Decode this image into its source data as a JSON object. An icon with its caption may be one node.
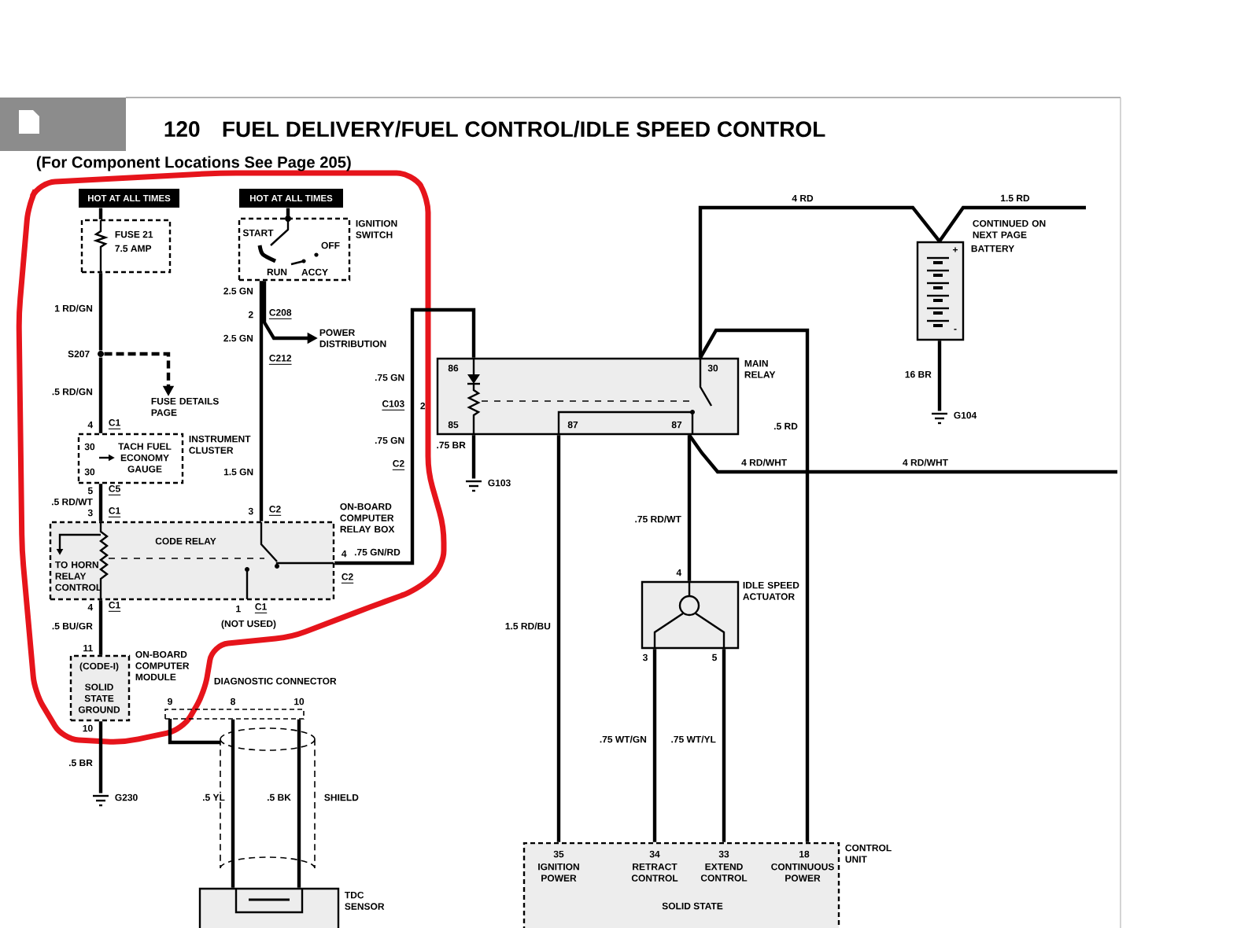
{
  "diagram": {
    "title": "FUEL DELIVERY/FUEL CONTROL/IDLE SPEED CONTROL",
    "nodes": [
      {
        "text": [
          "HOT AT ALL TIMES"
        ]
      },
      {
        "text": [
          "FUSE 21",
          "7.5 AMP"
        ]
      },
      {
        "text": [
          "HOT AT ALL TIMES"
        ]
      },
      {
        "text": [
          "START",
          "IGNITION SWITCH",
          "OFF",
          "RUN",
          "ACCY"
        ]
      },
      {
        "text": [
          "S207"
        ]
      },
      {
        "text": [
          "FUSE DETAILS PAGE"
        ]
      },
      {
        "text": [
          "POWER DISTRIBUTION"
        ]
      },
      {
        "text": [
          "30",
          "TACH FUEL ECONOMY GAUGE",
          "INSTRUMENT CLUSTER",
          "30"
        ]
      },
      {
        "text": [
          "ON-BOARD COMPUTER RELAY BOX",
          "CODE RELAY",
          "TO HORN RELAY CONTROL"
        ]
      },
      {
        "text": [
          "(CODE-I)",
          "ON-BOARD COMPUTER MODULE",
          "SOLID STATE GROUND"
        ]
      },
      {
        "text": [
          "G230"
        ]
      },
      {
        "text": [
          "DIAGNOSTIC CONNECTOR"
        ]
      },
      {
        "text": [
          "TDC SENSOR"
        ]
      },
      {
        "text": [
          "86",
          "30",
          "MAIN RELAY",
          "85",
          "87",
          "87"
        ]
      },
      {
        "text": [
          "G103"
        ]
      },
      {
        "text": [
          "+",
          "BATTERY",
          "-"
        ]
      },
      {
        "text": [
          "G104"
        ]
      },
      {
        "text": [
          "IDLE SPEED ACTUATOR"
        ]
      },
      {
        "text": [
          "35",
          "34",
          "33",
          "18",
          "CONTROL UNIT",
          "IGNITION POWER",
          "RETRACT CONTROL",
          "EXTEND CONTROL",
          "CONTINUOUS POWER",
          "SOLID STATE"
        ]
      }
    ],
    "edges": [
      {
        "from": 0,
        "to": 1,
        "arrow": "none"
      },
      {
        "from": 1,
        "to": 4,
        "arrow": "none",
        "label": "1 RD/GN"
      },
      {
        "from": 4,
        "to": 7,
        "arrow": "none",
        "label": ".5 RD/GN"
      },
      {
        "from": 4,
        "to": 5,
        "arrow": "to",
        "style": "dashed"
      },
      {
        "from": 2,
        "to": 3,
        "arrow": "none"
      },
      {
        "from": 3,
        "to": 8,
        "arrow": "none",
        "label": "2.5 GN"
      },
      {
        "from": 3,
        "to": 6,
        "arrow": "to",
        "label": "2.5 GN"
      },
      {
        "from": 7,
        "to": 8,
        "arrow": "none",
        "label": ".5 RD/WT"
      },
      {
        "from": 8,
        "to": 9,
        "arrow": "none",
        "label": ".5 BU/GR"
      },
      {
        "from": 9,
        "to": 10,
        "arrow": "none",
        "label": ".5 BR"
      },
      {
        "from": 8,
        "to": 13,
        "arrow": "none",
        "label": ".75 GN/RD"
      },
      {
        "from": 13,
        "to": 14,
        "arrow": "none",
        "label": ".75 BR"
      },
      {
        "from": 15,
        "to": 13,
        "arrow": "none",
        "label": "4 RD"
      },
      {
        "from": 15,
        "to": null,
        "arrow": "none",
        "label": "1.5 RD"
      },
      {
        "from": 15,
        "to": 16,
        "arrow": "none",
        "label": "16 BR"
      },
      {
        "from": 13,
        "to": 18,
        "arrow": "none",
        "label": "1.5 RD/BU"
      },
      {
        "from": 13,
        "to": 17,
        "arrow": "none",
        "label": ".75 RD/WT"
      },
      {
        "from": 13,
        "to": null,
        "arrow": "none",
        "label": "4 RD/WHT"
      },
      {
        "from": 13,
        "to": 18,
        "arrow": "none",
        "label": ".5 RD"
      },
      {
        "from": 17,
        "to": 18,
        "arrow": "none",
        "label": ".75 WT/GN"
      },
      {
        "from": 17,
        "to": 18,
        "arrow": "none",
        "label": ".75 WT/YL"
      },
      {
        "from": 11,
        "to": 12,
        "arrow": "none",
        "label": ".5 YL"
      },
      {
        "from": 11,
        "to": 12,
        "arrow": "none",
        "label": ".5 BK"
      }
    ],
    "labels": [
      "120",
      "(For Component Locations See Page 205)",
      "4",
      "C1",
      "2",
      "C208",
      "C212",
      ".75 GN",
      "C103",
      "2",
      ".75 GN",
      "C2",
      "1.5 GN",
      "5",
      "C5",
      "3",
      "C1",
      "3",
      "C2",
      "4",
      "C2",
      "4",
      "C1",
      "1",
      "C1",
      "(NOT USED)",
      "11",
      "10",
      "9",
      "8",
      "10",
      "SHIELD",
      "CONTINUED ON NEXT PAGE",
      "4 RD/WHT",
      "4",
      "3",
      "5"
    ]
  }
}
